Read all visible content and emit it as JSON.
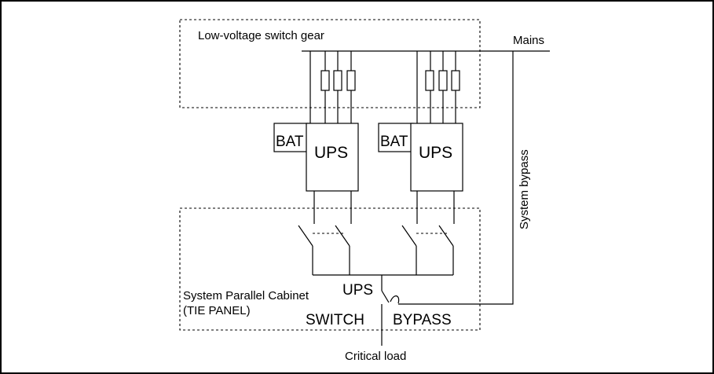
{
  "labels": {
    "lv_switch_gear": "Low-voltage switch gear",
    "mains": "Mains",
    "system_bypass": "System bypass",
    "bat_1": "BAT",
    "ups_1": "UPS",
    "bat_2": "BAT",
    "ups_2": "UPS",
    "cabinet_line1": "System Parallel Cabinet",
    "cabinet_line2": "(TIE PANEL)",
    "tie_ups": "UPS",
    "switch": "SWITCH",
    "bypass": "BYPASS",
    "critical_load": "Critical load"
  }
}
